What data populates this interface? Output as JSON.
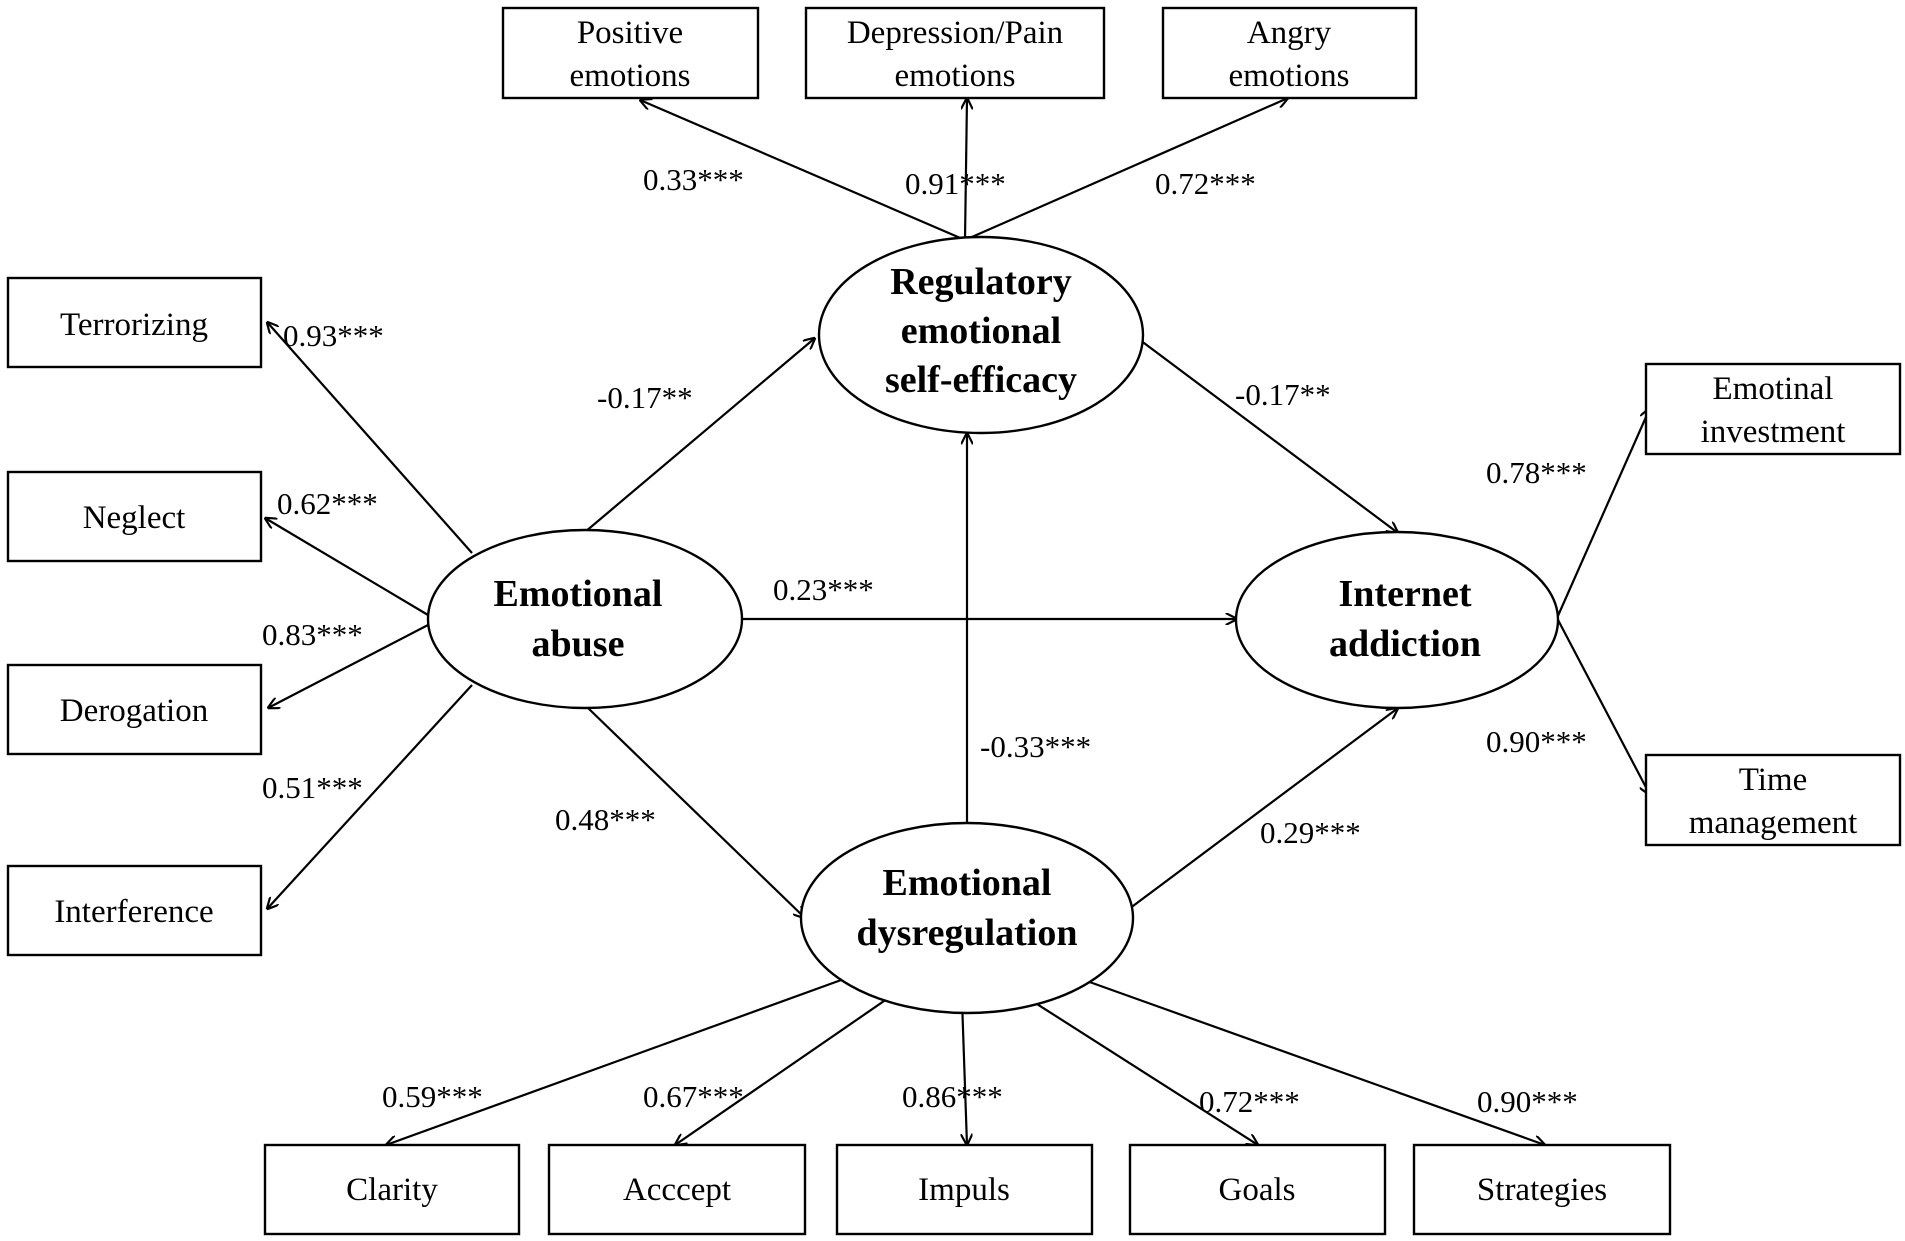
{
  "latents": {
    "emotional_abuse": [
      "Emotional",
      "abuse"
    ],
    "regulatory_self_efficacy": [
      "Regulatory",
      "emotional",
      "self-efficacy"
    ],
    "emotional_dysregulation": [
      "Emotional",
      "dysregulation"
    ],
    "internet_addiction": [
      "Internet",
      "addiction"
    ]
  },
  "indicators": {
    "positive_emotions": [
      "Positive",
      "emotions"
    ],
    "depression_pain_emotions": [
      "Depression/Pain",
      "emotions"
    ],
    "angry_emotions": [
      "Angry",
      "emotions"
    ],
    "terrorizing": [
      "Terrorizing"
    ],
    "neglect": [
      "Neglect"
    ],
    "derogation": [
      "Derogation"
    ],
    "interference": [
      "Interference"
    ],
    "emotional_investment": [
      "Emotinal",
      "investment"
    ],
    "time_management": [
      "Time",
      "management"
    ],
    "clarity": [
      "Clarity"
    ],
    "accept": [
      "Acccept"
    ],
    "impuls": [
      "Impuls"
    ],
    "goals": [
      "Goals"
    ],
    "strategies": [
      "Strategies"
    ]
  },
  "loadings": {
    "positive_emotions": "0.33***",
    "depression_pain_emotions": "0.91***",
    "angry_emotions": "0.72***",
    "terrorizing": "0.93***",
    "neglect": "0.62***",
    "derogation": "0.83***",
    "interference": "0.51***",
    "emotional_investment": "0.78***",
    "time_management": "0.90***",
    "clarity": "0.59***",
    "accept": "0.67***",
    "impuls": "0.86***",
    "goals": "0.72***",
    "strategies": "0.90***"
  },
  "paths": {
    "abuse_to_self_efficacy": "-0.17**",
    "self_efficacy_to_internet": "-0.17**",
    "abuse_to_internet": "0.23***",
    "abuse_to_dysregulation": "0.48***",
    "dysregulation_to_self_efficacy": "-0.33***",
    "dysregulation_to_internet": "0.29***"
  }
}
